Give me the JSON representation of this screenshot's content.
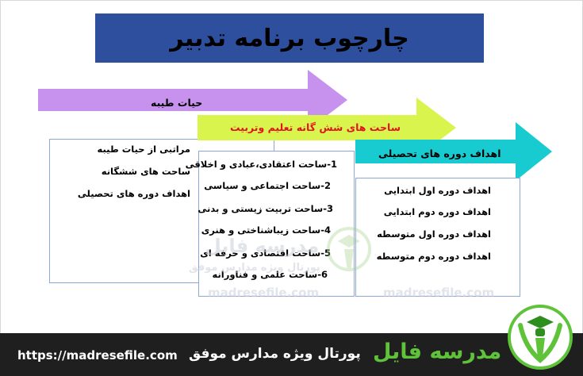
{
  "title": "چارچوب برنامه تدبیر",
  "columns": [
    {
      "header": "حیات طیبه",
      "color": "#c792ee",
      "items": [
        "مراتبی از حیات طیبه",
        "ساحت های ششگانه",
        "اهداف  دوره های تحصیلی"
      ]
    },
    {
      "header": "ساحت های شش گانه تعلیم وتربیت",
      "color": "#d9f54d",
      "header_text_color": "#e0141e",
      "items": [
        "1-ساحت اعتقادی،عبادی و اخلاقی",
        "2-ساحت اجتماعی و سیاسی",
        "3-ساحت تربیت زیستی و بدنی",
        "4-ساحت زیباشناختی و هنری",
        "5-ساحت اقتصادی و حرفه ای",
        "6-ساحت علمی و فناورانه"
      ]
    },
    {
      "header": "اهداف دوره های تحصیلی",
      "color": "#17cbd0",
      "items": [
        "اهداف دوره اول ابتدایی",
        "اهداف دوره دوم ابتدایی",
        "اهداف دوره اول متوسطه",
        "اهداف دوره دوم متوسطه"
      ]
    }
  ],
  "watermark": {
    "brand": "مدرسه فایل",
    "subtitle": "پورتال ویژه مدارس موفق",
    "url": "madresefile.com"
  },
  "footer": {
    "url": "https://madresefile.com",
    "portal": "پورتال ویژه مدارس موفق",
    "brand": "مدرسه فایل"
  },
  "colors": {
    "title_bg": "#2e4f9e",
    "footer_bg": "#1f1f1f",
    "brand_green": "#5fc33a"
  },
  "icons": [
    "graduation-cap-logo-icon"
  ]
}
